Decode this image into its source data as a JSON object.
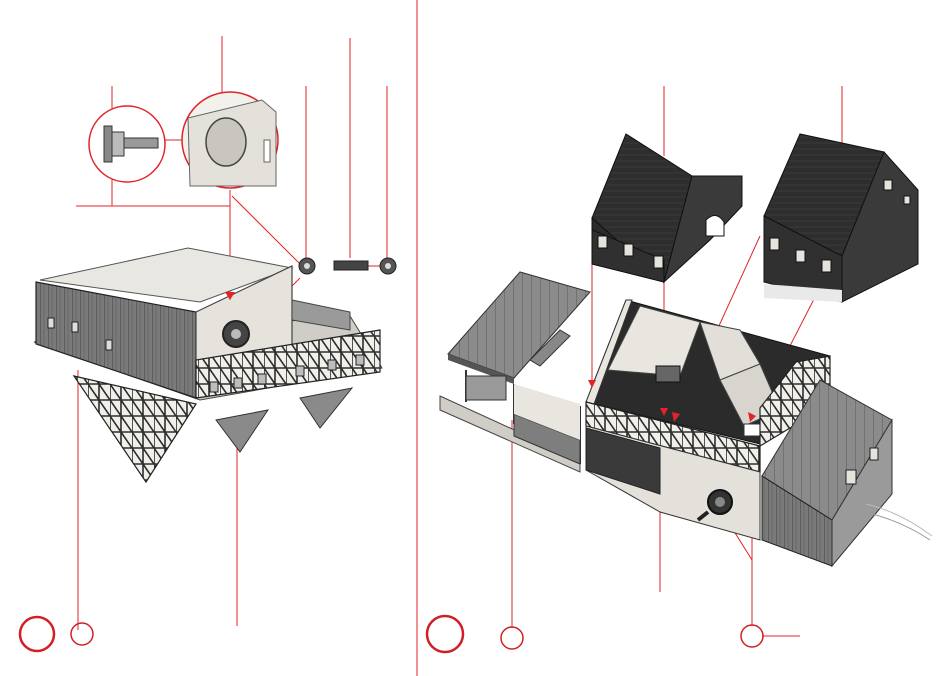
{
  "colors": {
    "leader_red": "#e2232a",
    "roof_dark": "#2e2e2e",
    "wall_light": "#e8e6e0",
    "timber_dark": "#3a3a3a",
    "wood_grey": "#6b6b6b",
    "step_circle": "#d21f26"
  },
  "steps": [
    {
      "id": "left-step",
      "icon": "step-marker-large-circle",
      "sub_icon": "step-marker-small-circle"
    },
    {
      "id": "right-step",
      "icon": "step-marker-large-circle",
      "sub_icon": "step-marker-small-circle"
    }
  ],
  "parts": [
    "wall-panel-left",
    "end-wall-with-hole",
    "timber-frame-wing",
    "gable-triangles",
    "ring-washer",
    "axle-rod",
    "magnified-detail-axle",
    "magnified-detail-wall",
    "roof-section-left",
    "roof-section-right",
    "farmhouse-base",
    "open-shed",
    "side-shed",
    "drive-shaft-knob"
  ]
}
